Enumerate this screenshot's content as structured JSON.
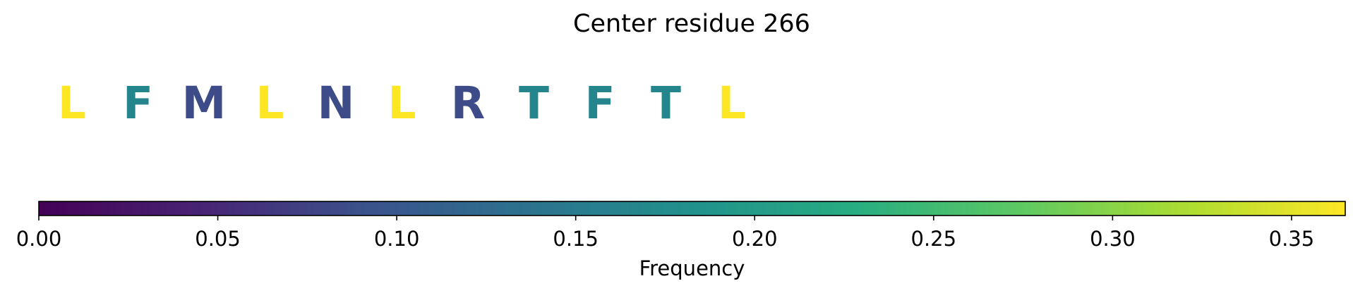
{
  "chart_data": {
    "type": "heatmap",
    "title": "Center residue 266",
    "residues": [
      {
        "letter": "L",
        "frequency": 0.365
      },
      {
        "letter": "F",
        "frequency": 0.165
      },
      {
        "letter": "M",
        "frequency": 0.085
      },
      {
        "letter": "L",
        "frequency": 0.365
      },
      {
        "letter": "N",
        "frequency": 0.085
      },
      {
        "letter": "L",
        "frequency": 0.365
      },
      {
        "letter": "R",
        "frequency": 0.085
      },
      {
        "letter": "T",
        "frequency": 0.165
      },
      {
        "letter": "F",
        "frequency": 0.165
      },
      {
        "letter": "T",
        "frequency": 0.165
      },
      {
        "letter": "L",
        "frequency": 0.365
      }
    ],
    "colorbar": {
      "label": "Frequency",
      "colormap": "viridis",
      "range": [
        0,
        0.365
      ],
      "ticks": [
        0.0,
        0.05,
        0.1,
        0.15,
        0.2,
        0.25,
        0.3,
        0.35
      ],
      "tick_labels": [
        "0.00",
        "0.05",
        "0.10",
        "0.15",
        "0.20",
        "0.25",
        "0.30",
        "0.35"
      ],
      "orientation": "horizontal"
    }
  }
}
